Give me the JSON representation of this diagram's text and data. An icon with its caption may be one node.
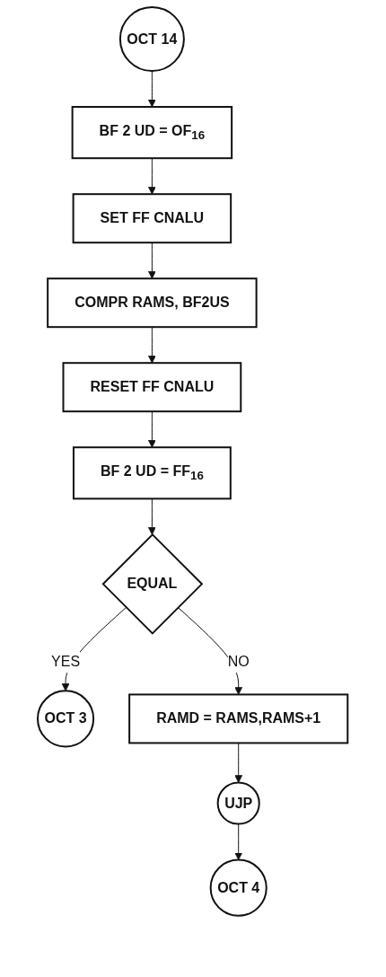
{
  "diagram": {
    "nodes": [
      {
        "text": [
          "OCT 14"
        ]
      },
      {
        "text": [
          "BF 2 UD = OF$_{16}$"
        ]
      },
      {
        "text": [
          "SET FF CNALU"
        ]
      },
      {
        "text": [
          "COMPR RAMS, BF2US"
        ]
      },
      {
        "text": [
          "RESET FF CNALU"
        ]
      },
      {
        "text": [
          "BF 2 UD = FF$_{16}$"
        ]
      },
      {
        "text": [
          "EQUAL"
        ]
      },
      {
        "text": [
          "OCT 3"
        ]
      },
      {
        "text": [
          "RAMD = RAMS,RAMS+1"
        ]
      },
      {
        "text": [
          "UJP"
        ]
      },
      {
        "text": [
          "OCT 4"
        ]
      }
    ],
    "edges": [
      {
        "from": 0,
        "to": 1,
        "arrow": "to"
      },
      {
        "from": 1,
        "to": 2,
        "arrow": "to"
      },
      {
        "from": 2,
        "to": 3,
        "arrow": "to"
      },
      {
        "from": 3,
        "to": 4,
        "arrow": "to"
      },
      {
        "from": 4,
        "to": 5,
        "arrow": "to"
      },
      {
        "from": 5,
        "to": 6,
        "arrow": "to"
      },
      {
        "from": 6,
        "to": 7,
        "label": "YES",
        "arrow": "to"
      },
      {
        "from": 6,
        "to": 8,
        "label": "NO",
        "arrow": "to"
      },
      {
        "from": 8,
        "to": 9,
        "arrow": "to"
      },
      {
        "from": 9,
        "to": 10,
        "arrow": "to"
      }
    ]
  }
}
